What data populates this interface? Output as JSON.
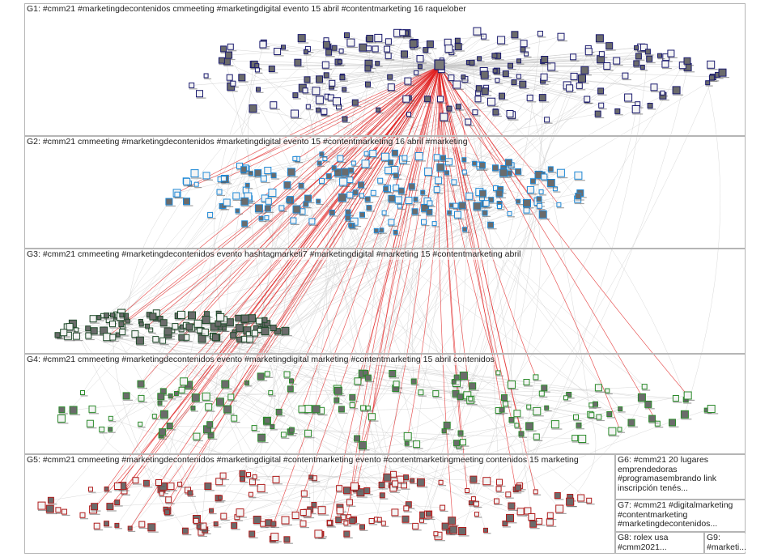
{
  "graph": {
    "groups": [
      {
        "id": "G1",
        "label": "G1: #cmm21 #marketingdecontenidos cmmeeting #marketingdigital evento 15 abril #contentmarketing 16 raquelober",
        "color": "#1a1a6e",
        "node_count": 210
      },
      {
        "id": "G2",
        "label": "G2: #cmm21 cmmeeting #marketingdecontenidos #marketingdigital evento 15 #contentmarketing 16 abril #marketing",
        "color": "#1e88d6",
        "node_count": 190
      },
      {
        "id": "G3",
        "label": "G3: #cmm21 cmmeeting #marketingdecontenidos evento hashtagmarketi7 #marketingdigital #marketing 15 #contentmarketing abril",
        "color": "#1f4a2a",
        "node_count": 110
      },
      {
        "id": "G4",
        "label": "G4: #cmm21 cmmeeting #marketingdecontenidos evento #marketingdigital marketing #contentmarketing 15 abril contenidos",
        "color": "#2a8a2a",
        "node_count": 150
      },
      {
        "id": "G5",
        "label": "G5: #cmm21 cmmeeting #marketingdecontenidos #marketingdigital #contentmarketing evento #contentmarketingmeeting contenidos 15 marketing",
        "color": "#b01c1c",
        "node_count": 170
      },
      {
        "id": "G6",
        "label": "G6: #cmm21 20 lugares\nemprendedoras\n#programasembrando link\ninscripción tenés...",
        "color": "#777777",
        "node_count": 0
      },
      {
        "id": "G7",
        "label": "G7: #cmm21 #digitalmarketing\n#contentmarketing\n#marketingdecontenidos...",
        "color": "#777777",
        "node_count": 0
      },
      {
        "id": "G8",
        "label": "G8: rolex usa\n#cmm2021...",
        "color": "#777777",
        "node_count": 0
      },
      {
        "id": "G9",
        "label": "G9:\n#marketi...",
        "color": "#777777",
        "node_count": 0
      }
    ],
    "edge_colors": {
      "background": "#c8c8c8",
      "highlight": "#e02020"
    }
  }
}
